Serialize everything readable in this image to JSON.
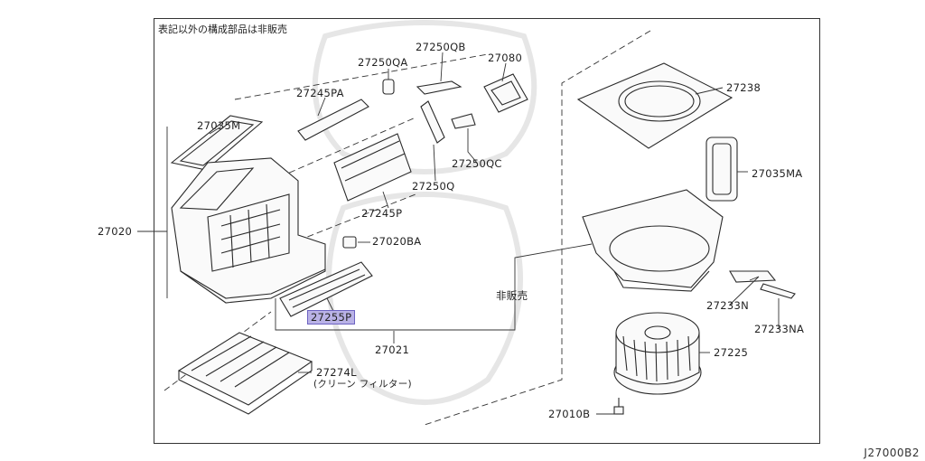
{
  "note": "表記以外の構成部品は非販売",
  "figure_code": "J27000B2",
  "highlight_color": "#b9b2e6",
  "parts": {
    "p27020": "27020",
    "p27035M": "27035M",
    "p27245PA": "27245PA",
    "p27250QA": "27250QA",
    "p27250QB": "27250QB",
    "p27080": "27080",
    "p27250QC": "27250QC",
    "p27250Q": "27250Q",
    "p27245P": "27245P",
    "p27020BA": "27020BA",
    "p27255P": "27255P",
    "p27021": "27021",
    "p27274L": "27274L",
    "p27274L_sub": "(クリーン フィルター)",
    "hanbai": "非販売",
    "p27238": "27238",
    "p27035MA": "27035MA",
    "p27233N": "27233N",
    "p27233NA": "27233NA",
    "p27225": "27225",
    "p27010B": "27010B"
  }
}
